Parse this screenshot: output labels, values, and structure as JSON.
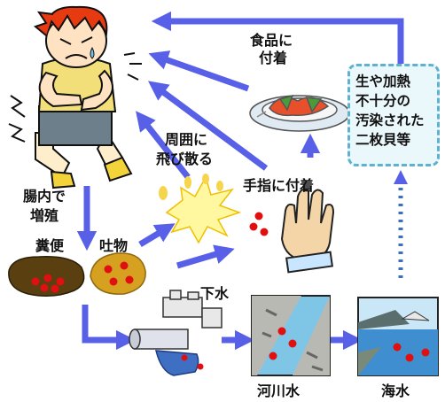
{
  "labels": {
    "food_line1": "食品に",
    "food_line2": "付着",
    "scatter_line1": "周囲に",
    "scatter_line2": "飛び散る",
    "fingers": "手指に付着",
    "gut_line1": "腸内で",
    "gut_line2": "増殖",
    "feces": "糞便",
    "vomit": "吐物",
    "sewage": "下水",
    "river": "河川水",
    "sea": "海水"
  },
  "shellfish_box": {
    "lines": [
      "生や加熱",
      "不十分の",
      "汚染された",
      "二枚貝等"
    ]
  },
  "colors": {
    "arrow": "#5860e8",
    "virus": "#e01010",
    "box_border": "#5fb2cf"
  }
}
